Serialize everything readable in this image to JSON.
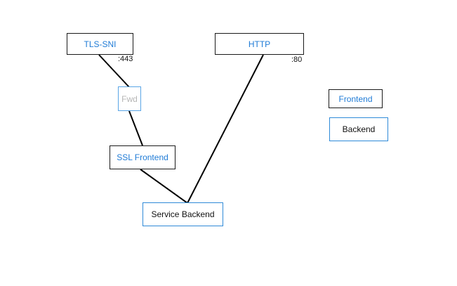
{
  "nodes": {
    "tls_sni": {
      "label": "TLS-SNI",
      "port": ":443"
    },
    "http": {
      "label": "HTTP",
      "port": ":80"
    },
    "fwd": {
      "label": "Fwd"
    },
    "ssl_frontend": {
      "label": "SSL Frontend"
    },
    "service_backend": {
      "label": "Service Backend"
    }
  },
  "legend": {
    "frontend": "Frontend",
    "backend": "Backend"
  },
  "edges": [
    {
      "from": "tls_sni",
      "to": "fwd"
    },
    {
      "from": "fwd",
      "to": "ssl_frontend"
    },
    {
      "from": "ssl_frontend",
      "to": "service_backend"
    },
    {
      "from": "http",
      "to": "service_backend"
    }
  ],
  "colors": {
    "frontend_text": "#1f7bd6",
    "backend_border": "#2f8ad8",
    "fwd_text": "#b5b5b5",
    "line": "#000000"
  }
}
